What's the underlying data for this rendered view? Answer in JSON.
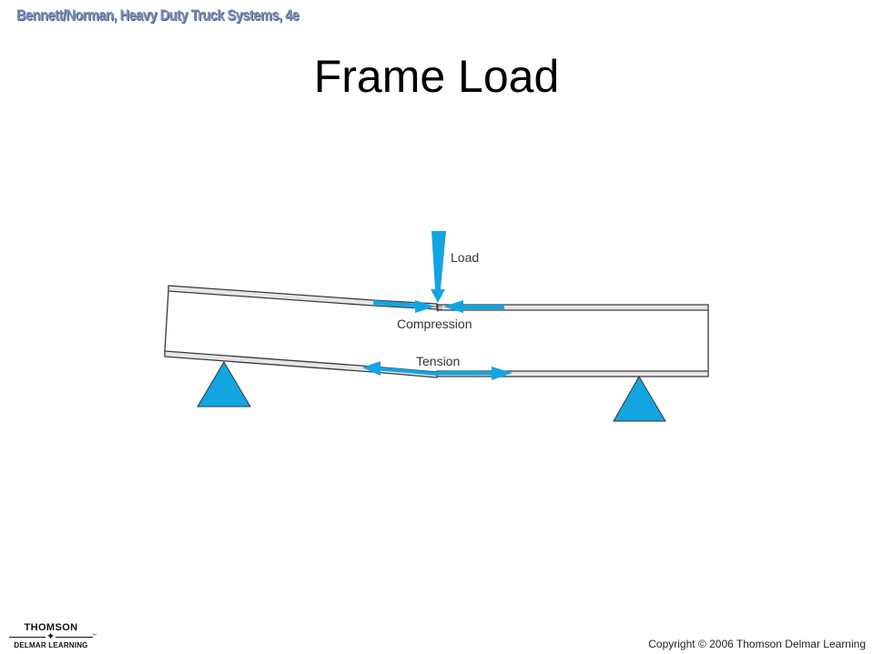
{
  "header": {
    "book_title": "Bennett/Norman, Heavy Duty Truck Systems, 4e"
  },
  "slide": {
    "title": "Frame Load"
  },
  "diagram": {
    "labels": {
      "load": "Load",
      "compression": "Compression",
      "tension": "Tension"
    },
    "colors": {
      "arrow": "#13a5e2",
      "flange": "#e6e6e6",
      "outline": "#3a3a3a"
    }
  },
  "footer": {
    "logo_top": "THOMSON",
    "logo_bottom": "DELMAR LEARNING",
    "logo_tm": "™",
    "copyright": "Copyright © 2006 Thomson Delmar Learning"
  }
}
